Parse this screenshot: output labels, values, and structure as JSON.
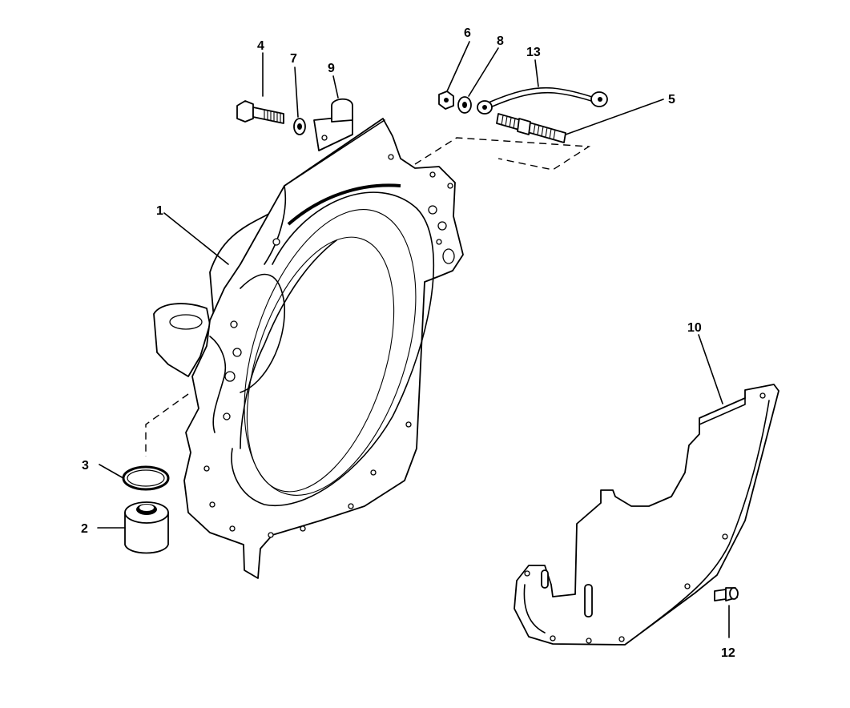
{
  "parts": [
    {
      "id": "part-1",
      "number": "1"
    },
    {
      "id": "part-2",
      "number": "2"
    },
    {
      "id": "part-3",
      "number": "3"
    },
    {
      "id": "part-4",
      "number": "4"
    },
    {
      "id": "part-5",
      "number": "5"
    },
    {
      "id": "part-6",
      "number": "6"
    },
    {
      "id": "part-7",
      "number": "7"
    },
    {
      "id": "part-8",
      "number": "8"
    },
    {
      "id": "part-9",
      "number": "9"
    },
    {
      "id": "part-10",
      "number": "10"
    },
    {
      "id": "part-12",
      "number": "12"
    },
    {
      "id": "part-13",
      "number": "13"
    }
  ]
}
